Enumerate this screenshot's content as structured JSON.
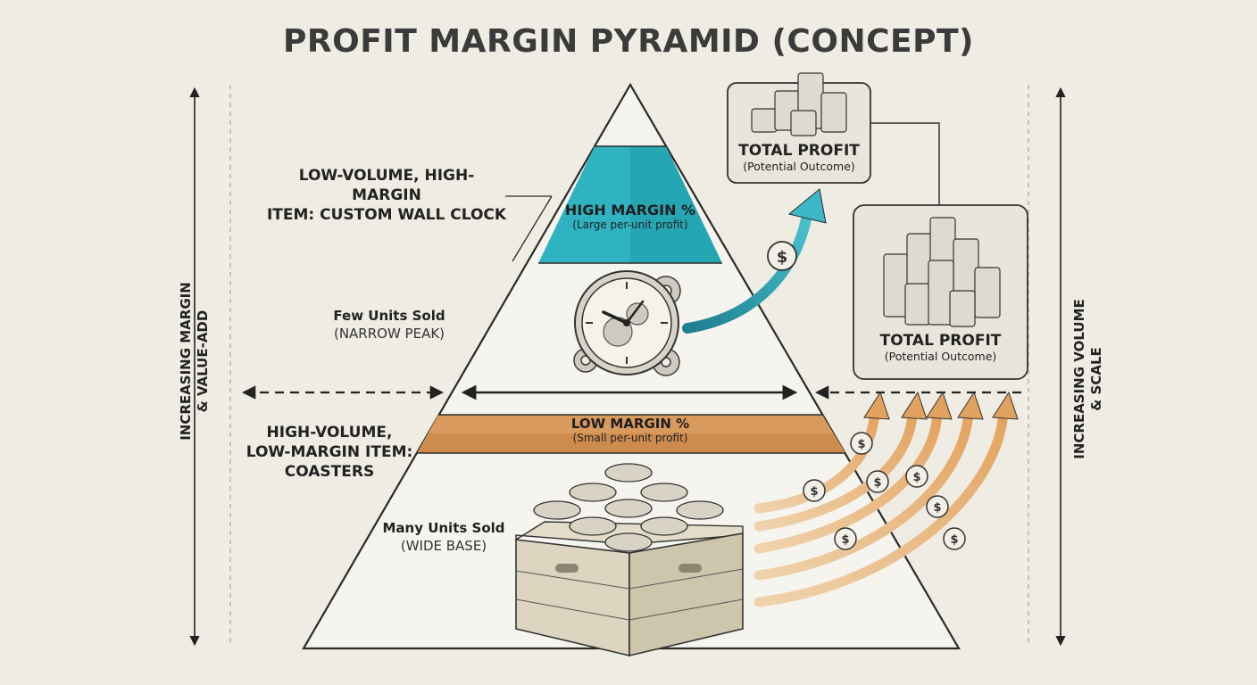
{
  "title": "PROFIT MARGIN PYRAMID (CONCEPT)",
  "left_axis": {
    "line1": "INCREASING MARGIN",
    "line2": "& VALUE-ADD"
  },
  "right_axis": {
    "line1": "INCREASING VOLUME",
    "line2": "& SCALE"
  },
  "high_item": {
    "line1": "LOW-VOLUME, HIGH-MARGIN",
    "line2": "ITEM: CUSTOM WALL CLOCK"
  },
  "few_units": {
    "line1": "Few Units Sold",
    "line2": "(NARROW PEAK)"
  },
  "low_item": {
    "line1": "HIGH-VOLUME,",
    "line2": "LOW-MARGIN ITEM:",
    "line3": "COASTERS"
  },
  "many_units": {
    "line1": "Many Units Sold",
    "line2": "(WIDE BASE)"
  },
  "high_band": {
    "title": "HIGH MARGIN %",
    "subtitle": "(Large per-unit profit)"
  },
  "low_band": {
    "title": "LOW MARGIN %",
    "subtitle": "(Small per-unit profit)"
  },
  "profit_top": {
    "title": "TOTAL PROFIT",
    "subtitle": "(Potential Outcome)"
  },
  "profit_right": {
    "title": "TOTAL PROFIT",
    "subtitle": "(Potential Outcome)"
  },
  "dollar_symbol": "$",
  "icons": [
    "clock-icon",
    "gear-icon",
    "coin-stack-icon",
    "crate-icon",
    "dollar-coin-icon",
    "arrow-icon"
  ],
  "colors": {
    "background": "#efece3",
    "high_band": "#2fb3c0",
    "high_band_dark": "#1f9aa8",
    "low_band": "#d99a5e",
    "low_band_dark": "#c07a3c",
    "arrow_orange": "#e9b47a",
    "arrow_teal": "#2a9fb0",
    "ink": "#2a2a2a"
  }
}
